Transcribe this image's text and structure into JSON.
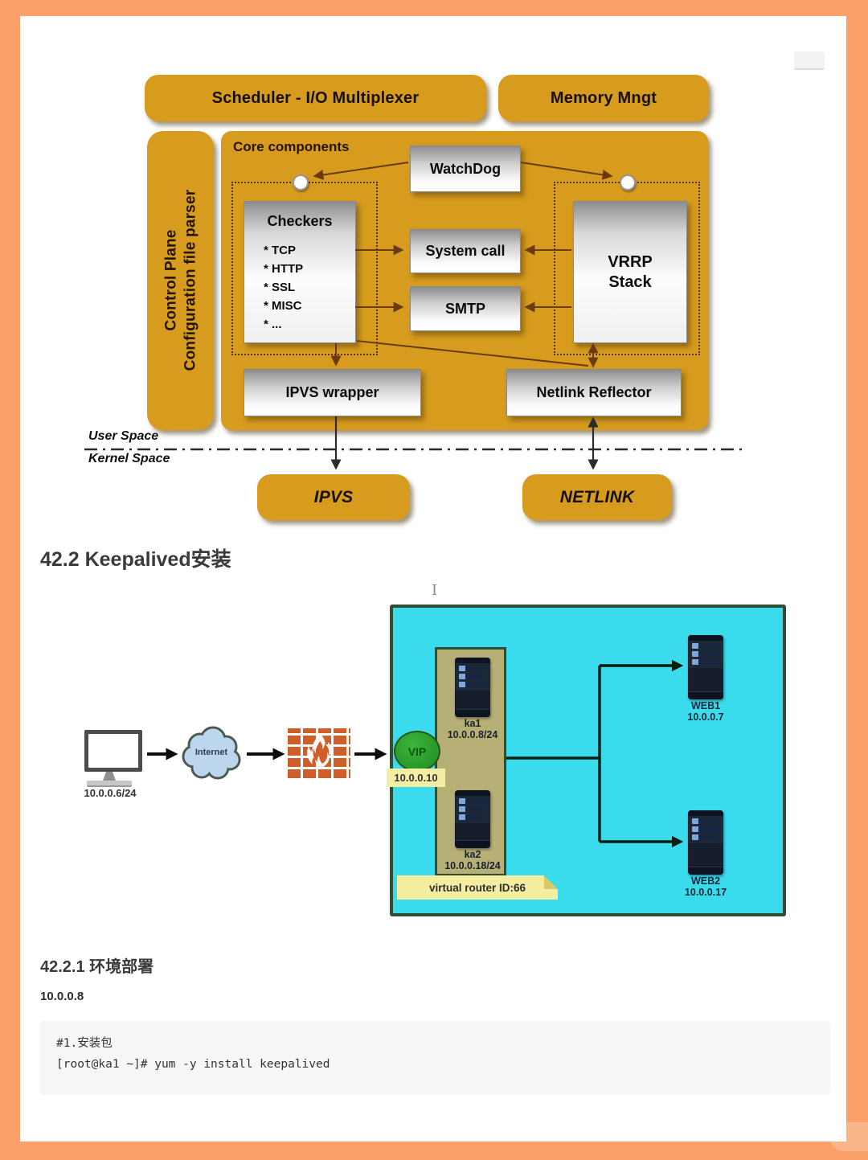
{
  "colors": {
    "frame_orange": "#F9A169",
    "diagram_gold": "#D79B1E",
    "cyan_panel": "#3ADBEC",
    "tan_box": "#B6B077",
    "note_yellow": "#F5EDA0",
    "vip_green": "#2FA32F",
    "firewall_brick": "#CF5F2A",
    "cloud_blue": "#BCD6EE"
  },
  "architecture": {
    "scheduler": "Scheduler - I/O Multiplexer",
    "memory": "Memory Mngt",
    "control_plane": "Control Plane",
    "config_parser": "Configuration file parser",
    "core_components": "Core components",
    "watchdog": "WatchDog",
    "checkers_title": "Checkers",
    "checkers_items": [
      "* TCP",
      "* HTTP",
      "* SSL",
      "* MISC",
      "* ..."
    ],
    "system_call": "System call",
    "smtp": "SMTP",
    "vrrp_line1": "VRRP",
    "vrrp_line2": "Stack",
    "ipvs_wrapper": "IPVS wrapper",
    "netlink_reflector": "Netlink Reflector",
    "user_space": "User Space",
    "kernel_space": "Kernel Space",
    "ipvs": "IPVS",
    "netlink": "NETLINK"
  },
  "sections": {
    "h2": "42.2 Keepalived安装",
    "h3": "42.2.1 环境部署",
    "host": "10.0.0.8"
  },
  "network": {
    "client_ip": "10.0.0.6/24",
    "internet": "Internet",
    "vip": "VIP",
    "vip_ip": "10.0.0.10",
    "ka1_name": "ka1",
    "ka1_ip": "10.0.0.8/24",
    "ka2_name": "ka2",
    "ka2_ip": "10.0.0.18/24",
    "web1_name": "WEB1",
    "web1_ip": "10.0.0.7",
    "web2_name": "WEB2",
    "web2_ip": "10.0.0.17",
    "note": "virtual router ID:66",
    "cursor": "I"
  },
  "code": {
    "line1": "#1.安装包",
    "line2": "[root@ka1 ~]# yum -y install keepalived"
  }
}
